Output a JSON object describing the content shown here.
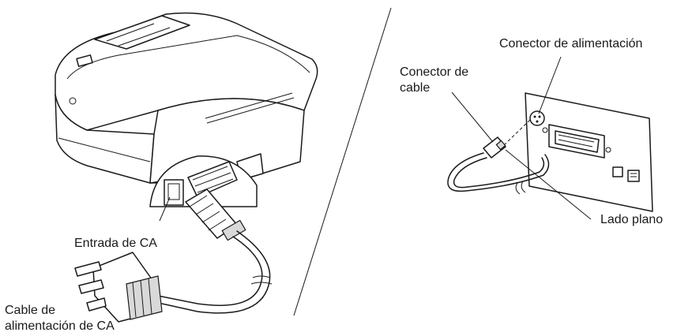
{
  "labels": {
    "ac_inlet": "Entrada de CA",
    "power_cord_line1": "Cable de",
    "power_cord_line2": "alimentación de CA",
    "power_connector": "Conector de alimentación",
    "cable_connector_line1": "Conector de",
    "cable_connector_line2": "cable",
    "flat_side": "Lado plano"
  }
}
